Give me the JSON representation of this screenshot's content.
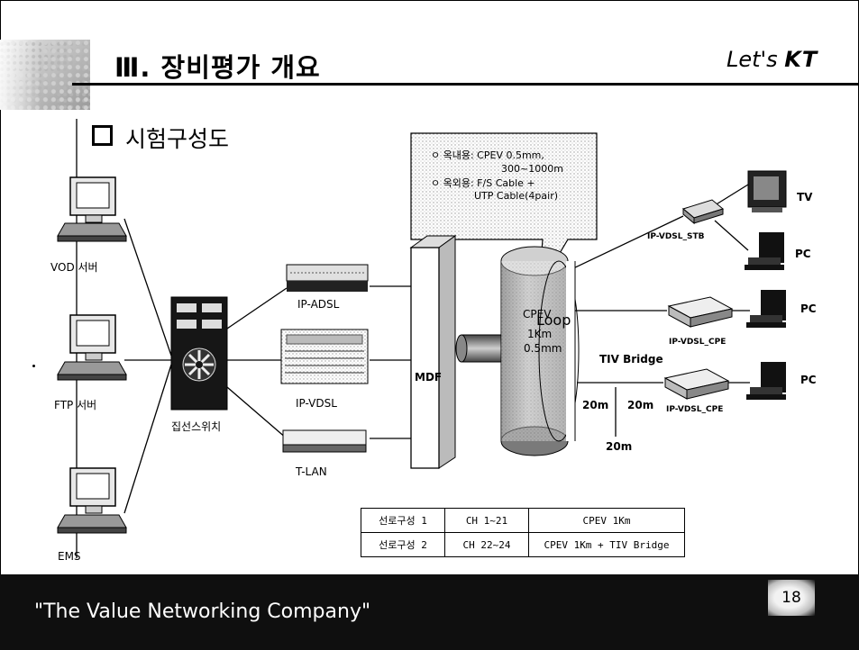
{
  "header": {
    "title": "Ⅲ. 장비평가 개요",
    "brand_prefix": "Let's",
    "brand_mark": "KT"
  },
  "section": {
    "subtitle": "시험구성도"
  },
  "callout": {
    "line1": "ㅇ 옥내용: CPEV 0.5mm,",
    "line2": "300~1000m",
    "line3": "ㅇ 옥외용: F/S Cable +",
    "line4": "UTP Cable(4pair)"
  },
  "servers": {
    "vod": "VOD 서버",
    "ftp": "FTP 서버",
    "ems": "EMS"
  },
  "network": {
    "switch": "집선스위치",
    "adsl": "IP-ADSL",
    "vdsl": "IP-VDSL",
    "tlan": "T-LAN",
    "mdf": "MDF"
  },
  "loop": {
    "overlay_top": "CPEV",
    "name": "Loop",
    "length": "1Km",
    "gauge": "0.5mm"
  },
  "bridge": {
    "label": "TIV Bridge",
    "dist_left": "20m",
    "dist_right": "20m",
    "dist_bottom": "20m"
  },
  "cpe": {
    "stb": "IP-VDSL_STB",
    "cpe1": "IP-VDSL_CPE",
    "cpe2": "IP-VDSL_CPE",
    "tv": "TV",
    "pc1": "PC",
    "pc2": "PC",
    "pc3": "PC"
  },
  "table": {
    "rows": [
      {
        "name": "선로구성 1",
        "channel": "CH 1~21",
        "cable": "CPEV 1Km"
      },
      {
        "name": "선로구성 2",
        "channel": "CH 22~24",
        "cable": "CPEV 1Km + TIV Bridge"
      }
    ]
  },
  "footer": {
    "slogan": "\"The Value Networking Company\"",
    "page": "18"
  }
}
